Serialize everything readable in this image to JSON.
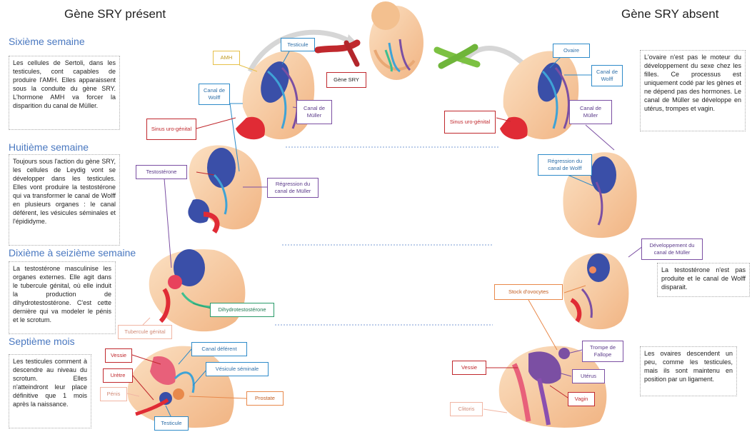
{
  "titles": {
    "left": "Gène SRY présent",
    "right": "Gène SRY absent"
  },
  "sections": [
    {
      "title": "Sixième semaine",
      "text": "Les cellules de Sertoli, dans les testicules, cont capables de produire l'AMH. Elles apparaissent sous la conduite du gène SRY. L'hormone AMH va forcer la disparition du canal de Müller."
    },
    {
      "title": "Huitième semaine",
      "text": "Toujours sous l'action du gène SRY, les cellules de Leydig vont se développer dans les testicules. Elles vont produire la testostérone qui va transformer le canal de Wolff en plusieurs organes : le canal déférent, les vésicules séminales et l'épididyme."
    },
    {
      "title": "Dixième à seizième semaine",
      "text": "La testostérone masculinise les organes externes. Elle agit dans le tubercule génital, où elle induit la production de dihydrotestostérone. C'est cette dernière qui va modeler le pénis et le scrotum."
    },
    {
      "title": "Septième mois",
      "text": "Les testicules comment à descendre au niveau du scrotum. Elles n'atteindront leur place définitive que 1 mois après la naissance."
    }
  ],
  "right_texts": [
    "L'ovaire n'est pas le moteur du développement du sexe chez les filles. Ce processus est uniquement codé par les gènes et ne dépend pas des hormones. Le canal de Müller se développe en utérus, trompes et vagin.",
    "La testostérone n'est pas produite et le canal de Wolff disparait.",
    "Les ovaires descendent un peu, comme les testicules, mais ils sont maintenu en position par un ligament."
  ],
  "labels": {
    "amh": "AMH",
    "testicule_top": "Testicule",
    "gene_sry": "Gène SRY",
    "canal_wolff_left": "Canal de Wolff",
    "canal_muller_left": "Canal de Müller",
    "sinus_left": "Sinus uro-génital",
    "testosterone": "Testostérone",
    "regression_muller": "Régression du canal de Müller",
    "dihydro": "Dihydrotestostérone",
    "tubercule": "Tubercule génital",
    "vessie_left": "Vessie",
    "canal_deferent": "Canal déférent",
    "uretre": "Urètre",
    "vesicule": "Vésicule séminale",
    "penis": "Pénis",
    "prostate": "Prostate",
    "testicule_bottom": "Testicule",
    "ovaire": "Ovaire",
    "canal_wolff_right": "Canal de Wolff",
    "canal_muller_right": "Canal de Müller",
    "sinus_right": "Sinus uro-génital",
    "regression_wolff": "Régression du canal de Wolff",
    "dev_muller": "Développement du canal de Müller",
    "stock": "Stock d'ovocytes",
    "trompe": "Trompe de Fallope",
    "vessie_right": "Vessie",
    "uterus": "Utérus",
    "vagin": "Vagin",
    "clitoris": "Clitoris"
  },
  "colors": {
    "section_title": "#4a78c0",
    "red": "#c0282d",
    "blue": "#2e8bc9",
    "purple": "#7b4fa3",
    "green": "#2a9a6a",
    "orange": "#e8894b",
    "skin": "#f6c79a"
  }
}
